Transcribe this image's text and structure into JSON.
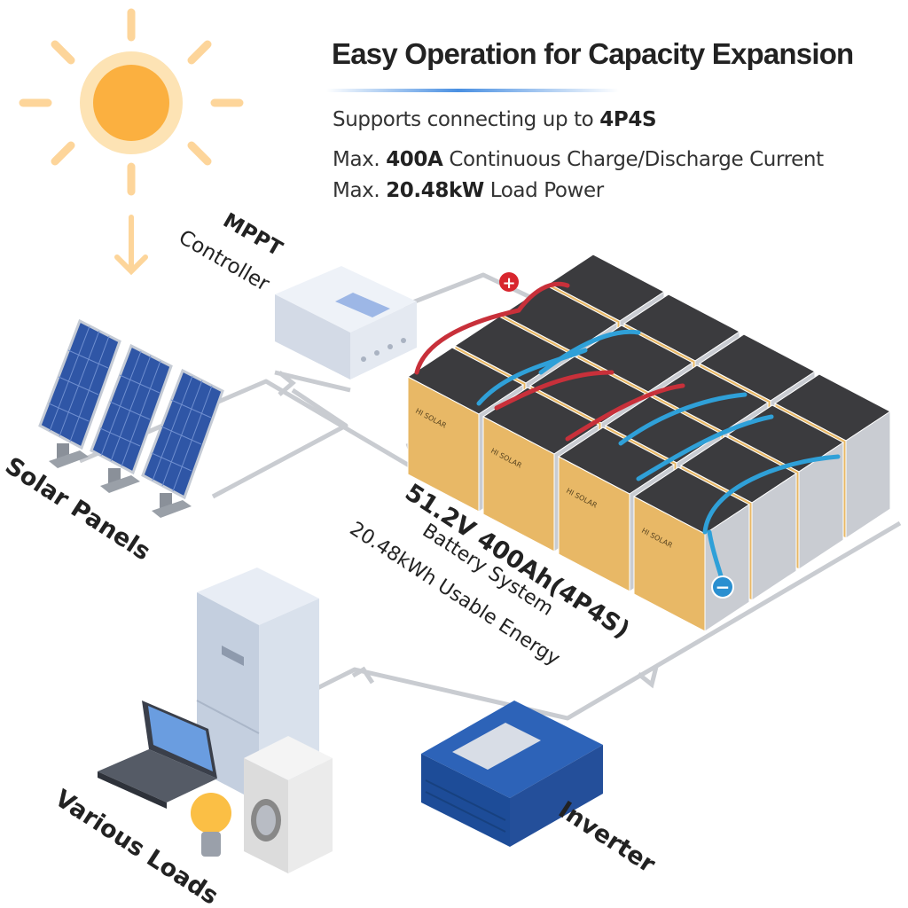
{
  "header": {
    "title": "Easy Operation for Capacity Expansion",
    "specs": [
      {
        "prefix": "Supports connecting up to ",
        "bold": "4P4S",
        "suffix": ""
      },
      {
        "prefix": "Max. ",
        "bold": "400A",
        "suffix": " Continuous Charge/Discharge Current"
      },
      {
        "prefix": "Max. ",
        "bold": "20.48kW",
        "suffix": " Load Power"
      }
    ]
  },
  "diagram": {
    "mppt": {
      "line1": "MPPT",
      "line2": "Controller"
    },
    "solar": {
      "label": "Solar Panels"
    },
    "battery": {
      "line1": "51.2V 400Ah(4P4S)",
      "line2": "Battery System",
      "line3": "20.48kWh Usable Energy",
      "brand": "HI SOLAR",
      "positive": "+",
      "negative": "−"
    },
    "loads": {
      "label": "Various Loads"
    },
    "inverter": {
      "label": "Inverter"
    }
  },
  "colors": {
    "sun": "#fbb040",
    "ray": "#fdd59a",
    "flow": "#c9ccd1",
    "battery_front": "#e8b866",
    "battery_top": "#3b3b3e",
    "inverter": "#2456a6",
    "positive": "#d8262e",
    "negative": "#2a8fd0",
    "accent": "#4a90e2"
  }
}
